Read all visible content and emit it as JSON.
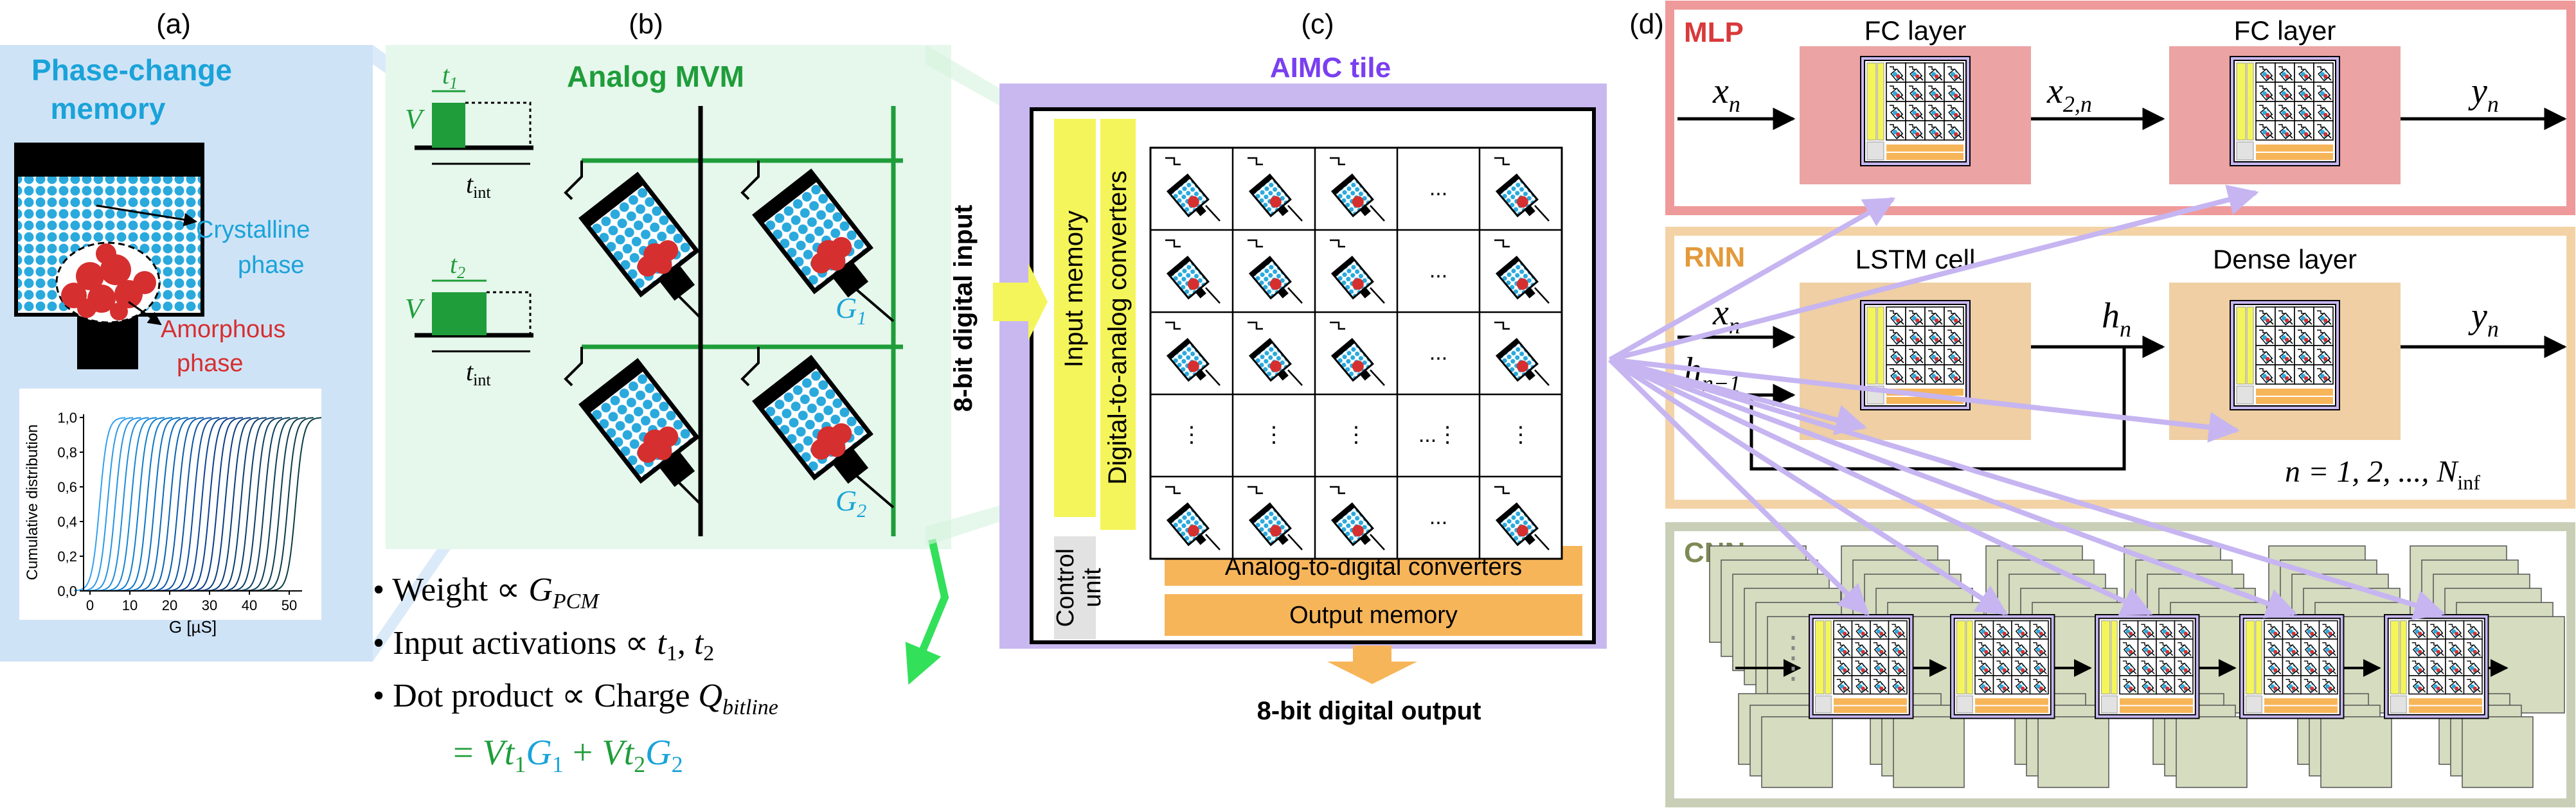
{
  "panel_labels": {
    "a": "(a)",
    "b": "(b)",
    "c": "(c)",
    "d": "(d)"
  },
  "panel_a": {
    "title_line1": "Phase-change",
    "title_line2": "memory",
    "crystalline_line1": "Crystalline",
    "crystalline_line2": "phase",
    "amorphous_line1": "Amorphous",
    "amorphous_line2": "phase",
    "chart": {
      "ylabel": "Cumulative distribution",
      "xlabel": "G [µS]",
      "yticks": [
        "0,0",
        "0,2",
        "0,4",
        "0,6",
        "0,8",
        "1,0"
      ],
      "xticks": [
        "0",
        "10",
        "20",
        "30",
        "40",
        "50"
      ]
    },
    "colors": {
      "panel_bg": "#cfe3f7",
      "title": "#1aa3d9",
      "amorphous": "#d62f2f",
      "crystal": "#2aa9dd"
    }
  },
  "panel_b": {
    "title": "Analog MVM",
    "pulse1": {
      "v": "V",
      "t": "t",
      "t_sub": "1",
      "tint": "t",
      "tint_sub": "int"
    },
    "pulse2": {
      "v": "V",
      "t": "t",
      "t_sub": "2",
      "tint": "t",
      "tint_sub": "int"
    },
    "g1": "G",
    "g1_sub": "1",
    "g2": "G",
    "g2_sub": "2",
    "bullets": {
      "b1_text": "• Weight ∝ ",
      "b1_var": "G",
      "b1_sub": "PCM",
      "b2_text": "• Input activations ∝ ",
      "b2_math": "t",
      "b2_sub1": "1",
      "b2_sep": ", ",
      "b2_math2": "t",
      "b2_sub2": "2",
      "b3_text": "• Dot product ∝ Charge ",
      "b3_var": "Q",
      "b3_sub": "bitline",
      "b4_eq": "= ",
      "b4_a": "Vt",
      "b4_a_sub": "1",
      "b4_b": "G",
      "b4_b_sub": "1",
      "b4_plus": " + ",
      "b4_c": "Vt",
      "b4_c_sub": "2",
      "b4_d": "G",
      "b4_d_sub": "2"
    },
    "colors": {
      "panel_bg": "#e6f7ec",
      "title": "#1f9d3a",
      "line": "#1f9d3a"
    }
  },
  "panel_c": {
    "title": "AIMC tile",
    "input_label": "8-bit digital input",
    "output_label": "8-bit digital output",
    "input_memory": "Input memory",
    "dac": "Digital-to-analog converters",
    "control_line1": "Control",
    "control_line2": "unit",
    "adc": "Analog-to-digital converters",
    "output_memory": "Output memory",
    "ellipsis": "...",
    "vellipsis": "⋮",
    "colors": {
      "frame": "#c9b8f0",
      "yellow": "#f4f55a",
      "orange": "#f7b55a",
      "control": "#e2e2e2"
    }
  },
  "panel_d": {
    "mlp": {
      "title": "MLP",
      "layer1": "FC layer",
      "layer2": "FC layer",
      "in_var": "x",
      "in_sub": "n",
      "mid_var": "x",
      "mid_sub": "2,n",
      "out_var": "y",
      "out_sub": "n"
    },
    "rnn": {
      "title": "RNN",
      "layer1": "LSTM cell",
      "layer2": "Dense layer",
      "in_var": "x",
      "in_sub": "n",
      "h_prev_var": "h",
      "h_prev_sub": "n−1",
      "h_var": "h",
      "h_sub": "n",
      "out_var": "y",
      "out_sub": "n",
      "n_range_text": "n = 1, 2, ..., N",
      "n_range_sub": "inf"
    },
    "cnn": {
      "title": "CNN"
    },
    "colors": {
      "mlp_border": "#ef9a9a",
      "mlp_title": "#d9393b",
      "mlp_fill": "#eba3a3",
      "rnn_border": "#f3d3a6",
      "rnn_title": "#e39a3b",
      "rnn_fill": "#efcfa3",
      "cnn_border": "#c9cfb6",
      "cnn_title": "#7d8a55",
      "cnn_fill": "#d5dcbf",
      "arrow": "#c6b5f1"
    }
  }
}
